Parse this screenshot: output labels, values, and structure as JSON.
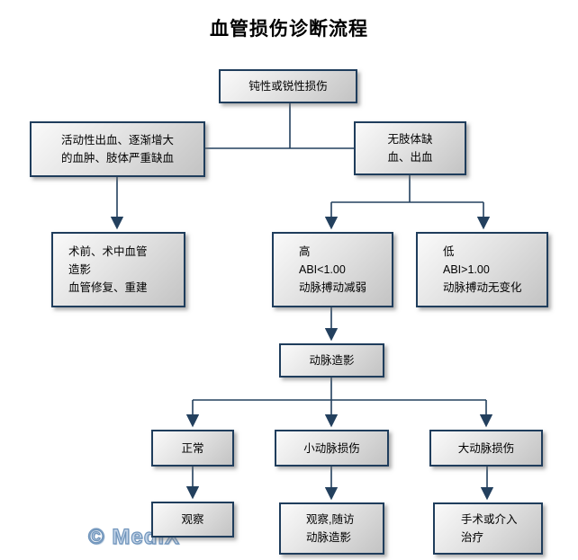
{
  "title": "血管损伤诊断流程",
  "watermark": "© MediX",
  "colors": {
    "box_border": "#1f3d5c",
    "box_fill_start": "#fafafa",
    "box_fill_end": "#c3c3c3",
    "connector": "#23405e",
    "title_color": "#000000",
    "watermark_color": "#c3d4e8"
  },
  "nodes": {
    "injury": "钝性或锐性损伤",
    "active_bleeding": "活动性出血、逐渐增大\n的血肿、肢体严重缺血",
    "no_limb_ischemia": "无肢体缺\n血、出血",
    "angio_repair": "术前、术中血管\n造影\n血管修复、重建",
    "high_abi": "高\nABI<1.00\n动脉搏动减弱",
    "low_abi": "低\nABI>1.00\n动脉搏动无变化",
    "arteriography": "动脉造影",
    "normal": "正常",
    "small_artery_injury": "小动脉损伤",
    "large_artery_injury": "大动脉损伤",
    "observe": "观察",
    "observe_followup": "观察,随访\n动脉造影",
    "surgery": "手术或介入\n治疗"
  }
}
